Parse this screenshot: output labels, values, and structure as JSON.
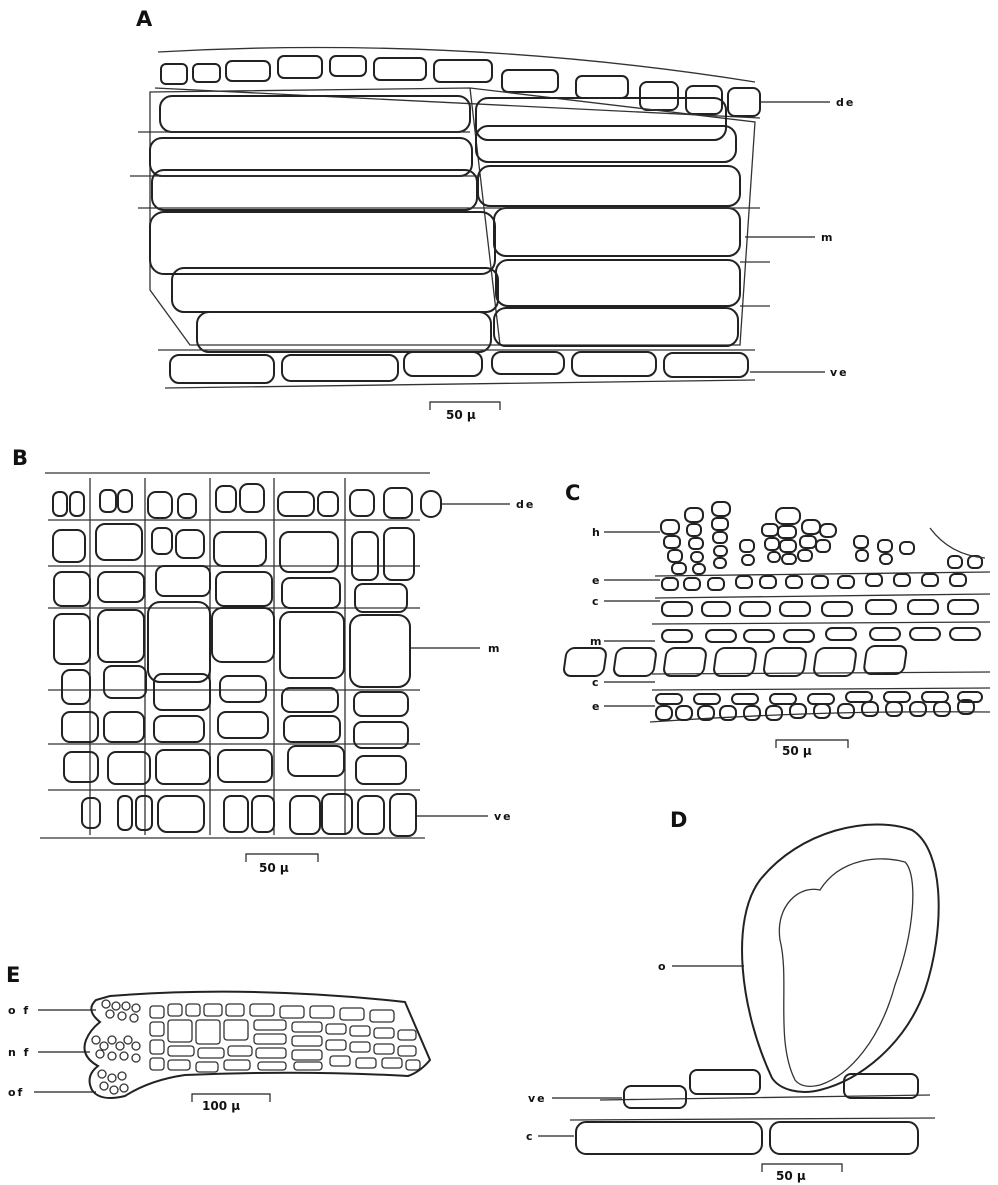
{
  "panels": {
    "A": {
      "letter": "A",
      "labels": {
        "de": "de",
        "m": "m",
        "ve": "ve"
      },
      "scale": "50 μ"
    },
    "B": {
      "letter": "B",
      "labels": {
        "de": "de",
        "m": "m",
        "ve": "ve"
      },
      "scale": "50 μ"
    },
    "C": {
      "letter": "C",
      "labels": {
        "h": "h",
        "e1": "e",
        "c1": "c",
        "m": "m",
        "c2": "c",
        "e2": "e"
      },
      "scale": "50 μ"
    },
    "D": {
      "letter": "D",
      "labels": {
        "o": "o",
        "ve": "ve",
        "c": "c"
      },
      "scale": "50 μ"
    },
    "E": {
      "letter": "E",
      "labels": {
        "of1": "o f",
        "nf": "n f",
        "of2": "of"
      },
      "scale": "100 μ"
    }
  }
}
